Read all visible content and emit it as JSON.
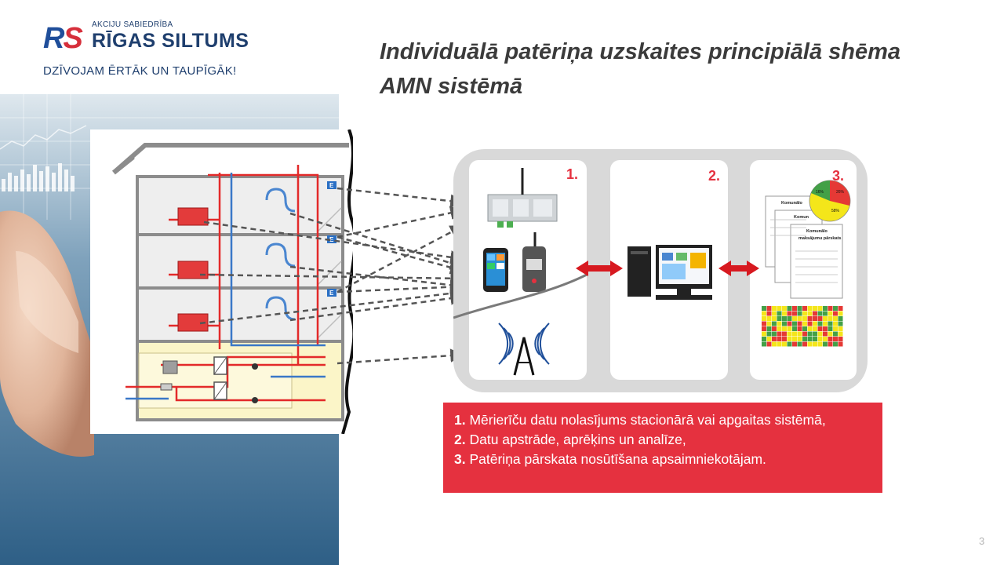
{
  "logo": {
    "mark_r": "R",
    "mark_s": "S",
    "subtitle": "AKCIJU SABIEDRĪBA",
    "name": "RĪGAS SILTUMS",
    "slogan": "DZĪVOJAM ĒRTĀK UN TAUPĪGĀK!"
  },
  "slide": {
    "title_line1": "Individuālā patēriņa uzskaites principiālā shēma",
    "title_line2": "AMN sistēmā",
    "page_number": "3"
  },
  "diagram": {
    "stage_labels": [
      "1.",
      "2.",
      "3."
    ],
    "report": {
      "back_title": "Komunālo",
      "mid_title": "Komun",
      "front_title_1": "Komunālo",
      "front_title_2": "maksājumu pārskats"
    },
    "pie_labels": [
      "16%",
      "26%",
      "58%"
    ],
    "meter_letter": "E"
  },
  "caption": {
    "items": [
      {
        "num": "1.",
        "text": " Mērierīču datu nolasījums stacionārā vai apgaitas sistēmā,"
      },
      {
        "num": "2.",
        "text": " Datu apstrāde, aprēķins un analīze,"
      },
      {
        "num": "3.",
        "text": " Patēriņa pārskata nosūtīšana apsaimniekotājam."
      }
    ]
  },
  "colors": {
    "brand_blue": "#1f3f6e",
    "brand_red": "#d62f3b",
    "caption_bg": "#e5313f",
    "panel_grey": "#d9d9d9",
    "pipe_red": "#e32a2a",
    "pipe_blue": "#3a78c8"
  }
}
